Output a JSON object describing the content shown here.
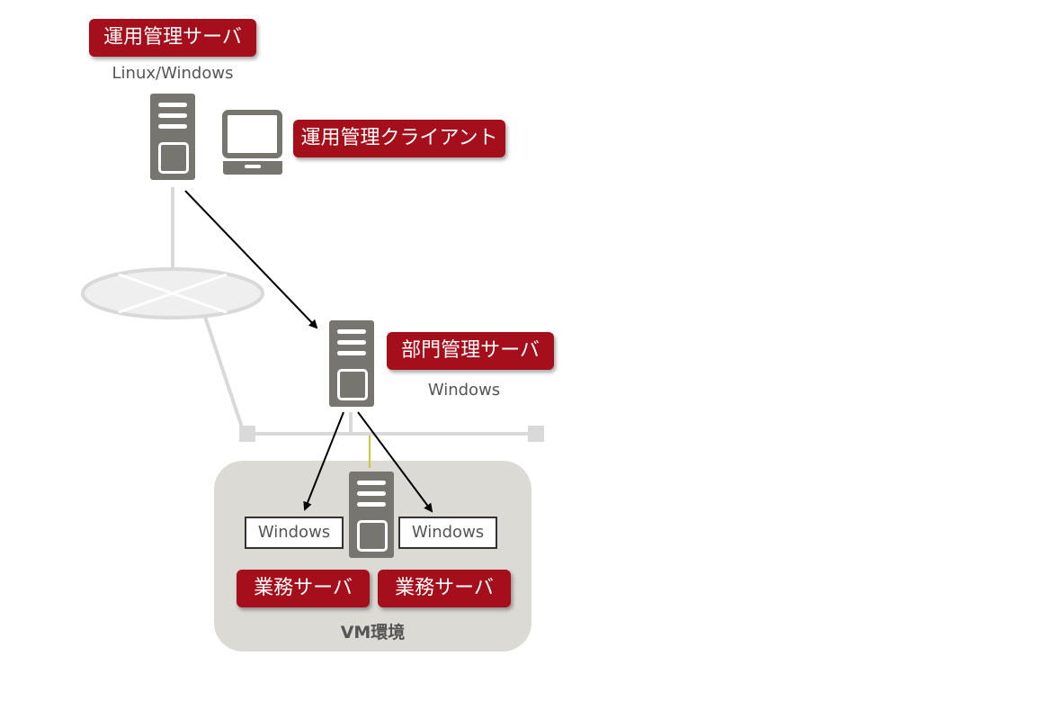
{
  "labels": {
    "mgmt_server": "運用管理サーバ",
    "mgmt_server_os": "Linux/Windows",
    "mgmt_client": "運用管理クライアント",
    "dept_server": "部門管理サーバ",
    "dept_server_os": "Windows",
    "vm_os_left": "Windows",
    "vm_os_right": "Windows",
    "biz_server_left": "業務サーバ",
    "biz_server_right": "業務サーバ",
    "vm_env": "VM環境"
  },
  "icons": [
    "server-icon",
    "laptop-icon",
    "network-cloud-icon",
    "arrow-icon"
  ],
  "colors": {
    "tag_bg": "#a50e1b",
    "server_gray": "#77756f",
    "vm_env_bg": "#dcdad5",
    "line_gray": "#d9d9d9",
    "yellow_link": "#c9c83a"
  }
}
